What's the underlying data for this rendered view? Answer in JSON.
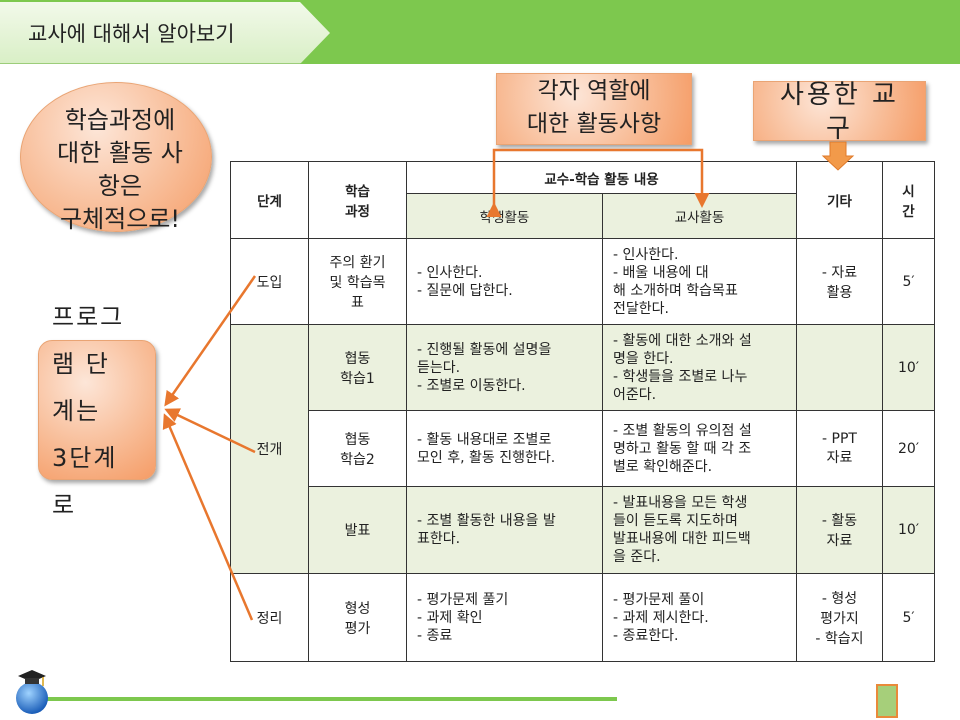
{
  "header": {
    "title": "교사에 대해서 알아보기"
  },
  "callouts": {
    "left_bubble": "학습과정에\n대한 활동 사\n항은\n구체적으로!",
    "roles": "각자 역할에\n대한 활동사항",
    "tools": "사용한 교\n구",
    "program": "프로그\n램 단\n계는\n3단계\n로"
  },
  "table": {
    "headers": {
      "stage": "단계",
      "process": "학습\n과정",
      "content": "교수-학습 활동 내용",
      "student": "학생활동",
      "teacher": "교사활동",
      "etc": "기타",
      "time": "시\n간"
    },
    "rows": [
      {
        "stage": "도입",
        "process": "주의 환기\n및 학습목\n표",
        "student": "- 인사한다.\n- 질문에 답한다.",
        "teacher": "- 인사한다.\n- 배울 내용에 대\n해 소개하며 학습목표\n전달한다.",
        "etc": "- 자료\n활용",
        "time": "5′"
      },
      {
        "stage": "전개",
        "process": "협동\n학습1",
        "student": "- 진행될 활동에 설명을\n듣는다.\n- 조별로 이동한다.",
        "teacher": "- 활동에 대한 소개와 설\n명을 한다.\n- 학생들을 조별로 나누\n어준다.",
        "etc": "",
        "time": "10′"
      },
      {
        "stage": "",
        "process": "협동\n학습2",
        "student": "- 활동 내용대로 조별로\n모인 후, 활동 진행한다.",
        "teacher": "- 조별 활동의 유의점 설\n명하고 활동 할 때 각 조\n별로 확인해준다.",
        "etc": "- PPT\n자료",
        "time": "20′"
      },
      {
        "stage": "",
        "process": "발표",
        "student": "- 조별 활동한 내용을 발\n표한다.",
        "teacher": "- 발표내용을 모든 학생\n들이 듣도록 지도하며\n발표내용에 대한 피드백\n을 준다.",
        "etc": "- 활동\n자료",
        "time": "10′"
      },
      {
        "stage": "정리",
        "process": "형성\n평가",
        "student": "- 평가문제 풀기\n- 과제 확인\n- 종료",
        "teacher": "- 평가문제 풀이\n- 과제 제시한다.\n- 종료한다.",
        "etc": "- 형성\n평가지\n- 학습지",
        "time": "5′"
      }
    ]
  },
  "colors": {
    "accent_green": "#7dc84e",
    "callout_orange": "#f8bd98",
    "arrow_orange": "#e8772e",
    "row_shade": "#ebf1de"
  },
  "icons": {
    "logo": "graduation-globe-icon",
    "nav": "nav-square-icon"
  }
}
